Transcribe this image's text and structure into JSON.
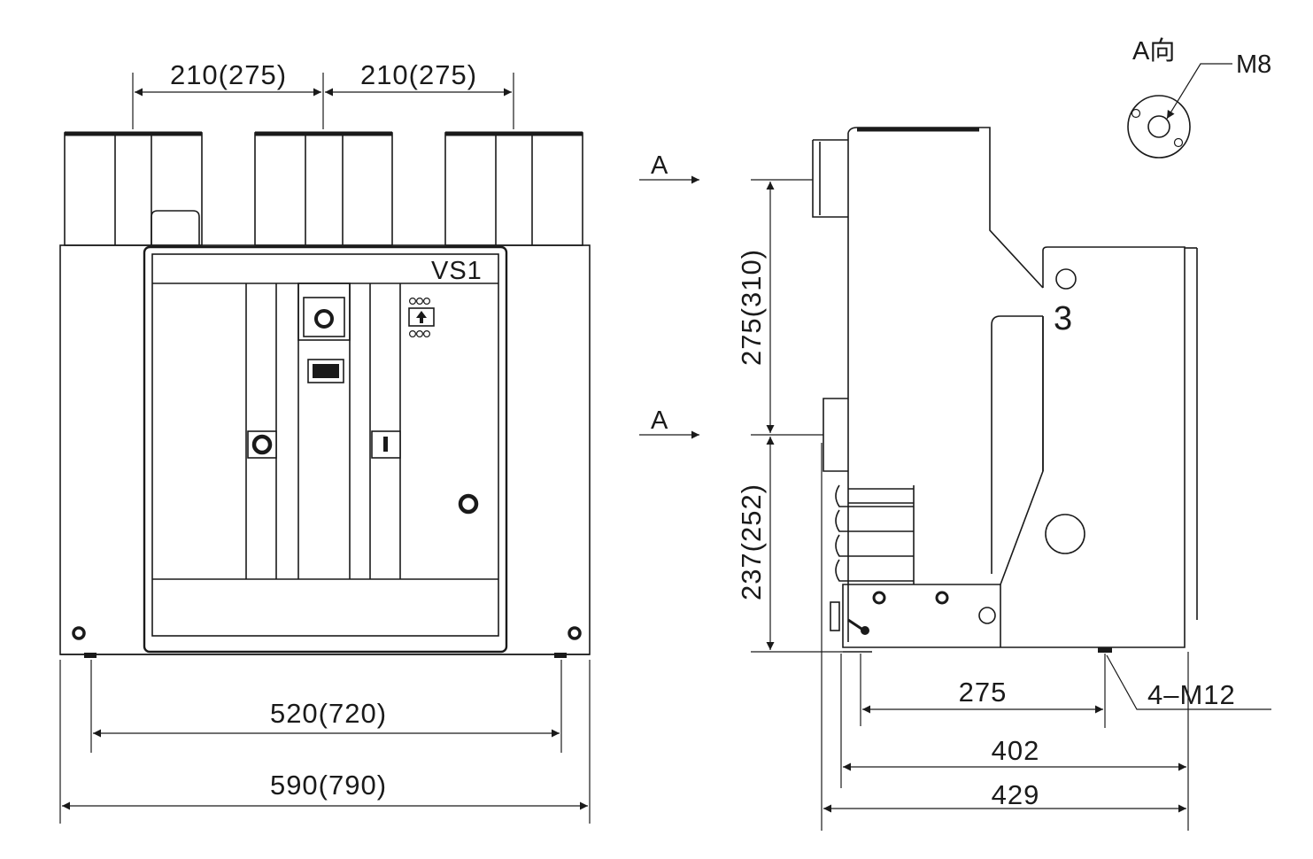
{
  "front_view": {
    "label": "VS1",
    "dims": {
      "pole_pitch_left": "210(275)",
      "pole_pitch_right": "210(275)",
      "fixing_span": "520(720)",
      "overall_width": "590(790)"
    }
  },
  "side_view": {
    "arrow_label_upper": "A",
    "arrow_label_lower": "A",
    "marker_number": "3",
    "dims": {
      "upper_height": "275(310)",
      "lower_height": "237(252)",
      "depth_275": "275",
      "depth_402": "402",
      "depth_429": "429"
    },
    "bolt_callout": "4–M12"
  },
  "view_a": {
    "title": "A向",
    "thread_callout": "M8"
  }
}
